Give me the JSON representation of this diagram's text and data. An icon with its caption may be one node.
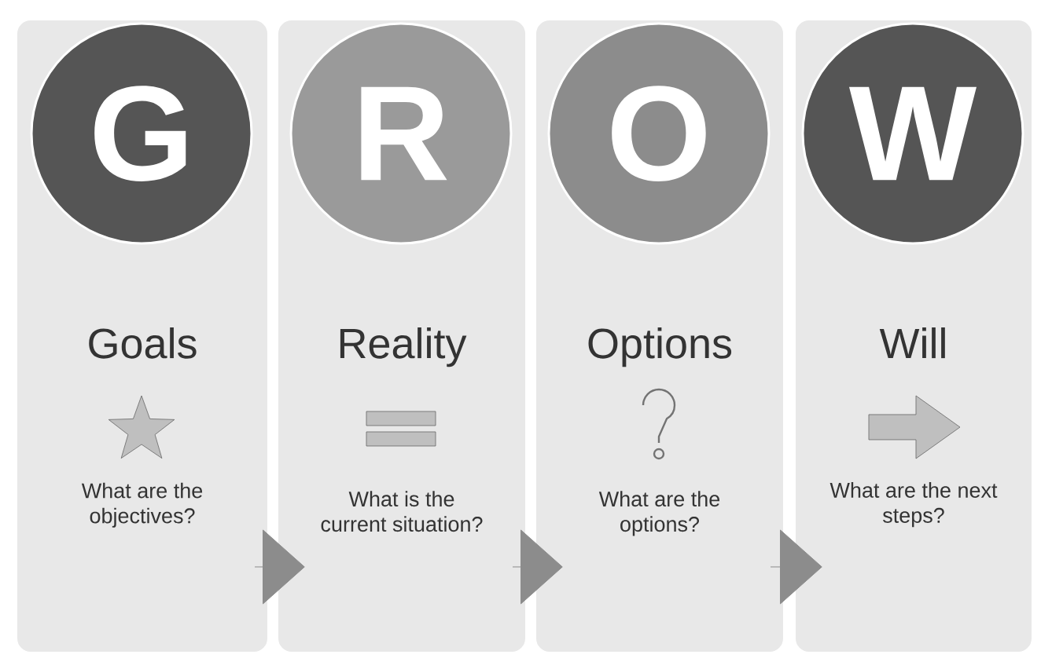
{
  "diagram": {
    "nodes": [
      {
        "text": [
          "Goals",
          "What are the objectives?"
        ]
      },
      {
        "text": [
          "G"
        ],
        "in": 0
      },
      {
        "text": [
          "Reality",
          "What is the current situation?"
        ]
      },
      {
        "text": [
          "R"
        ],
        "in": 2
      },
      {
        "text": [
          "Options",
          "What are the options?"
        ]
      },
      {
        "text": [
          "O"
        ],
        "in": 4
      },
      {
        "text": [
          "Will",
          "What are the next steps?"
        ]
      },
      {
        "text": [
          "W"
        ],
        "in": 6
      }
    ],
    "edges": [
      {
        "from": 0,
        "to": 2,
        "arrow": "to"
      },
      {
        "from": 2,
        "to": 4,
        "arrow": "to"
      },
      {
        "from": 4,
        "to": 6,
        "arrow": "to"
      }
    ]
  }
}
